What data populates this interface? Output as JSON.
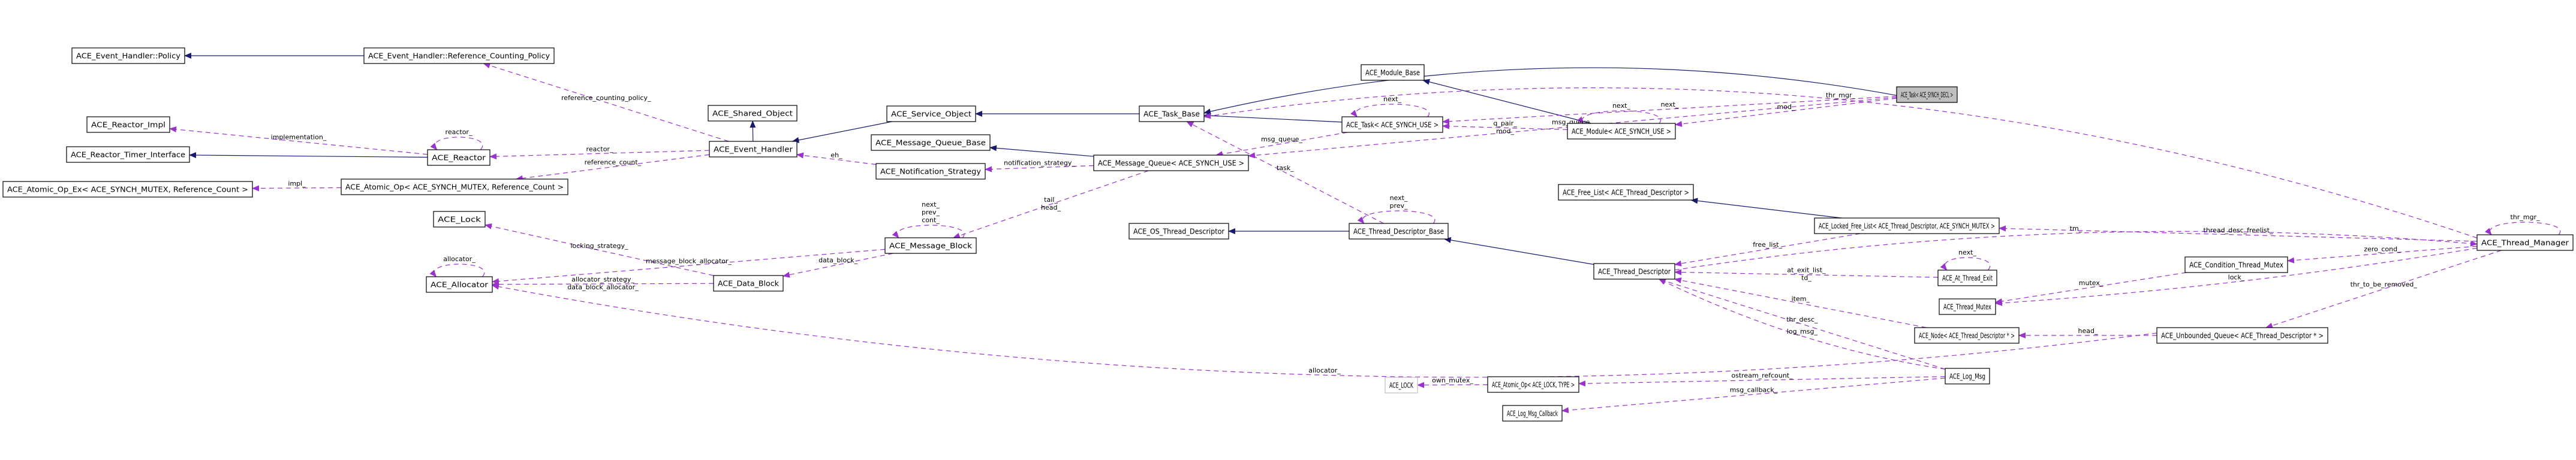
{
  "diagram": {
    "title": "Collaboration diagram for ACE_Task< ACE_SYNCH_DECL >",
    "colors": {
      "inheritance": "#191970",
      "usage": "#9a32cd",
      "focus_fill": "#bfbfbf",
      "external_border": "#bfbfbf"
    },
    "nodes": [
      {
        "id": "policy",
        "label": "ACE_Event_Handler::Policy"
      },
      {
        "id": "rcpolicy",
        "label": "ACE_Event_Handler::Reference_Counting_Policy"
      },
      {
        "id": "reactor_impl",
        "label": "ACE_Reactor_Impl"
      },
      {
        "id": "reactor",
        "label": "ACE_Reactor"
      },
      {
        "id": "timer_iface",
        "label": "ACE_Reactor_Timer_Interface"
      },
      {
        "id": "atomic_ex",
        "label": "ACE_Atomic_Op_Ex< ACE_SYNCH_MUTEX, Reference_Count >"
      },
      {
        "id": "atomic_op",
        "label": "ACE_Atomic_Op< ACE_SYNCH_MUTEX, Reference_Count >"
      },
      {
        "id": "lock",
        "label": "ACE_Lock"
      },
      {
        "id": "allocator",
        "label": "ACE_Allocator"
      },
      {
        "id": "shared_obj",
        "label": "ACE_Shared_Object"
      },
      {
        "id": "event_handler",
        "label": "ACE_Event_Handler"
      },
      {
        "id": "data_block",
        "label": "ACE_Data_Block"
      },
      {
        "id": "service_obj",
        "label": "ACE_Service_Object"
      },
      {
        "id": "mq_base",
        "label": "ACE_Message_Queue_Base"
      },
      {
        "id": "notif",
        "label": "ACE_Notification_Strategy"
      },
      {
        "id": "msg_block",
        "label": "ACE_Message_Block"
      },
      {
        "id": "task_base",
        "label": "ACE_Task_Base"
      },
      {
        "id": "msg_queue",
        "label": "ACE_Message_Queue< ACE_SYNCH_USE >"
      },
      {
        "id": "os_td",
        "label": "ACE_OS_Thread_Descriptor"
      },
      {
        "id": "module_base",
        "label": "ACE_Module_Base"
      },
      {
        "id": "task_use",
        "label": "ACE_Task< ACE_SYNCH_USE >"
      },
      {
        "id": "td_base",
        "label": "ACE_Thread_Descriptor_Base"
      },
      {
        "id": "module",
        "label": "ACE_Module< ACE_SYNCH_USE >"
      },
      {
        "id": "free_list",
        "label": "ACE_Free_List< ACE_Thread_Descriptor >"
      },
      {
        "id": "td",
        "label": "ACE_Thread_Descriptor"
      },
      {
        "id": "ace_lock",
        "label": "ACE_LOCK"
      },
      {
        "id": "atomic_lock",
        "label": "ACE_Atomic_Op< ACE_LOCK, TYPE >"
      },
      {
        "id": "log_cb",
        "label": "ACE_Log_Msg_Callback"
      },
      {
        "id": "task_decl",
        "label": "ACE_Task< ACE_SYNCH_DECL >"
      },
      {
        "id": "locked_fl",
        "label": "ACE_Locked_Free_List< ACE_Thread_Descriptor, ACE_SYNCH_MUTEX >"
      },
      {
        "id": "at_exit",
        "label": "ACE_At_Thread_Exit"
      },
      {
        "id": "thread_mutex",
        "label": "ACE_Thread_Mutex"
      },
      {
        "id": "node_td",
        "label": "ACE_Node< ACE_Thread_Descriptor * >"
      },
      {
        "id": "log_msg",
        "label": "ACE_Log_Msg"
      },
      {
        "id": "cond_tm",
        "label": "ACE_Condition_Thread_Mutex"
      },
      {
        "id": "uqueue",
        "label": "ACE_Unbounded_Queue< ACE_Thread_Descriptor * >"
      },
      {
        "id": "thread_mgr",
        "label": "ACE_Thread_Manager"
      }
    ],
    "edge_labels": [
      "reference_counting_policy_",
      "implementation_",
      "reactor_",
      "reactor_",
      "reference_count_",
      "impl_",
      "eh_",
      "notification_strategy_",
      "tail_\nhead_",
      "next_\nprev_\ncont_",
      "locking_strategy_",
      "message_block_allocator_",
      "allocator_",
      "allocator_strategy_\ndata_block_allocator_",
      "data_block_",
      "msg_queue_",
      "task_",
      "next_",
      "next_",
      "q_pair_\nmod_",
      "next_",
      "mod_",
      "msg_queue_",
      "thr_mgr_",
      "next_\nprev_",
      "free_list_",
      "at_exit_list_\ntd_",
      "next_",
      "item_",
      "thr_desc_",
      "log_msg_",
      "own_mutex_",
      "ostream_refcount_",
      "msg_callback_",
      "tm_",
      "thread_desc_freelist_",
      "zero_cond_",
      "mutex_",
      "lock_",
      "head_",
      "thr_to_be_removed_",
      "thr_mgr_",
      "allocator_"
    ]
  }
}
